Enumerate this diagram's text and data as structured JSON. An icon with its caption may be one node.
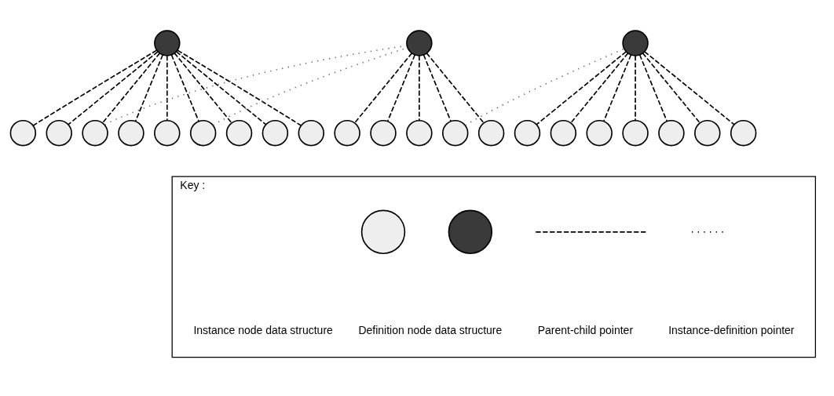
{
  "diagram": {
    "nodes": [
      {
        "text": [],
        "shape": "circle"
      },
      {
        "text": [],
        "shape": "circle"
      },
      {
        "text": [],
        "shape": "circle"
      },
      {
        "text": [],
        "shape": "circle"
      },
      {
        "text": [],
        "shape": "circle"
      },
      {
        "text": [],
        "shape": "circle"
      },
      {
        "text": [],
        "shape": "circle"
      },
      {
        "text": [],
        "shape": "circle"
      },
      {
        "text": [],
        "shape": "circle"
      },
      {
        "text": [],
        "shape": "circle"
      },
      {
        "text": [],
        "shape": "circle"
      },
      {
        "text": [],
        "shape": "circle"
      },
      {
        "text": [],
        "shape": "circle"
      },
      {
        "text": [],
        "shape": "circle"
      },
      {
        "text": [],
        "shape": "circle"
      },
      {
        "text": [],
        "shape": "circle"
      },
      {
        "text": [],
        "shape": "circle"
      },
      {
        "text": [],
        "shape": "circle"
      },
      {
        "text": [],
        "shape": "circle"
      },
      {
        "text": [],
        "shape": "circle"
      },
      {
        "text": [],
        "shape": "circle"
      },
      {
        "text": [],
        "shape": "circle"
      },
      {
        "text": [],
        "shape": "circle"
      },
      {
        "text": [],
        "shape": "circle"
      },
      {
        "text": [
          "Key :"
        ]
      },
      {
        "text": [],
        "shape": "circle",
        "in": 24
      },
      {
        "text": [],
        "shape": "circle",
        "in": 24
      }
    ],
    "edges": [
      {
        "from": 0,
        "to": 3,
        "arrow": "none",
        "style": "dashed"
      },
      {
        "from": 0,
        "to": 4,
        "arrow": "none",
        "style": "dashed"
      },
      {
        "from": 0,
        "to": 5,
        "arrow": "none",
        "style": "dashed"
      },
      {
        "from": 0,
        "to": 6,
        "arrow": "none",
        "style": "dashed"
      },
      {
        "from": 0,
        "to": 7,
        "arrow": "none",
        "style": "dashed"
      },
      {
        "from": 0,
        "to": 8,
        "arrow": "none",
        "style": "dashed"
      },
      {
        "from": 0,
        "to": 9,
        "arrow": "none",
        "style": "dashed"
      },
      {
        "from": 0,
        "to": 10,
        "arrow": "none",
        "style": "dashed"
      },
      {
        "from": 0,
        "to": 11,
        "arrow": "none",
        "style": "dashed"
      },
      {
        "from": 1,
        "to": 12,
        "arrow": "none",
        "style": "dashed"
      },
      {
        "from": 1,
        "to": 13,
        "arrow": "none",
        "style": "dashed"
      },
      {
        "from": 1,
        "to": 14,
        "arrow": "none",
        "style": "dashed"
      },
      {
        "from": 1,
        "to": 15,
        "arrow": "none",
        "style": "dashed"
      },
      {
        "from": 1,
        "to": 16,
        "arrow": "none",
        "style": "dashed"
      },
      {
        "from": 2,
        "to": 17,
        "arrow": "none",
        "style": "dashed"
      },
      {
        "from": 2,
        "to": 18,
        "arrow": "none",
        "style": "dashed"
      },
      {
        "from": 2,
        "to": 19,
        "arrow": "none",
        "style": "dashed"
      },
      {
        "from": 2,
        "to": 20,
        "arrow": "none",
        "style": "dashed"
      },
      {
        "from": 2,
        "to": 21,
        "arrow": "none",
        "style": "dashed"
      },
      {
        "from": 2,
        "to": 22,
        "arrow": "none",
        "style": "dashed"
      },
      {
        "from": 2,
        "to": 23,
        "arrow": "none",
        "style": "dashed"
      },
      {
        "from": 5,
        "to": 1,
        "arrow": "none",
        "color": "#666666"
      },
      {
        "from": 8,
        "to": 1,
        "arrow": "none",
        "color": "#666666"
      },
      {
        "from": 15,
        "to": 2,
        "arrow": "none",
        "color": "#666666"
      }
    ],
    "legend": [
      {
        "text": "Instance node data structure"
      },
      {
        "text": "Definition node data structure"
      },
      {
        "text": "Parent-child pointer"
      },
      {
        "text": "Instance-definition pointer"
      }
    ]
  }
}
